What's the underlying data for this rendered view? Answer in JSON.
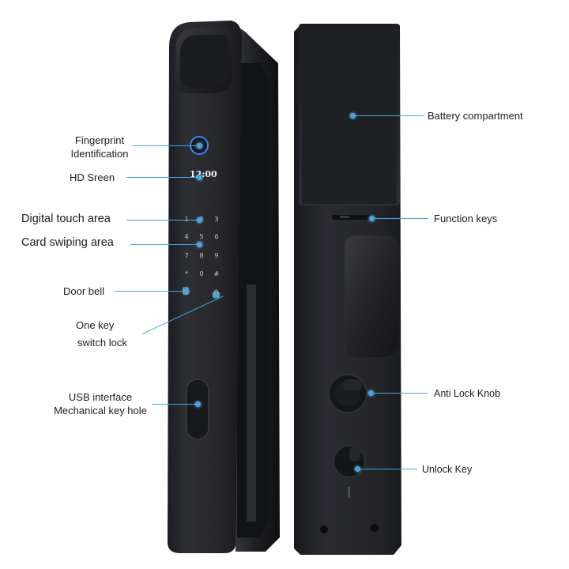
{
  "labels": {
    "fingerprint": "Fingerprint\nIdentification",
    "fingerprint_line1": "Fingerprint",
    "fingerprint_line2": "Identification",
    "hd_screen": "HD Sreen",
    "digital_touch": "Digital touch area",
    "card_swiping": "Card swiping area",
    "door_bell": "Door bell",
    "one_key_line1": "One key",
    "one_key_line2": "switch lock",
    "usb_line1": "USB interface",
    "usb_line2": "Mechanical key hole",
    "battery": "Battery compartment",
    "function_keys": "Function keys",
    "anti_lock": "Anti Lock Knob",
    "unlock_key": "Unlock Key"
  },
  "screen": {
    "time": "12:00"
  },
  "keypad": [
    "1",
    "2",
    "3",
    "4",
    "5",
    "6",
    "7",
    "8",
    "9",
    "*",
    "0",
    "#"
  ],
  "colors": {
    "accent": "#3fa7e0",
    "body": "#26272b"
  }
}
